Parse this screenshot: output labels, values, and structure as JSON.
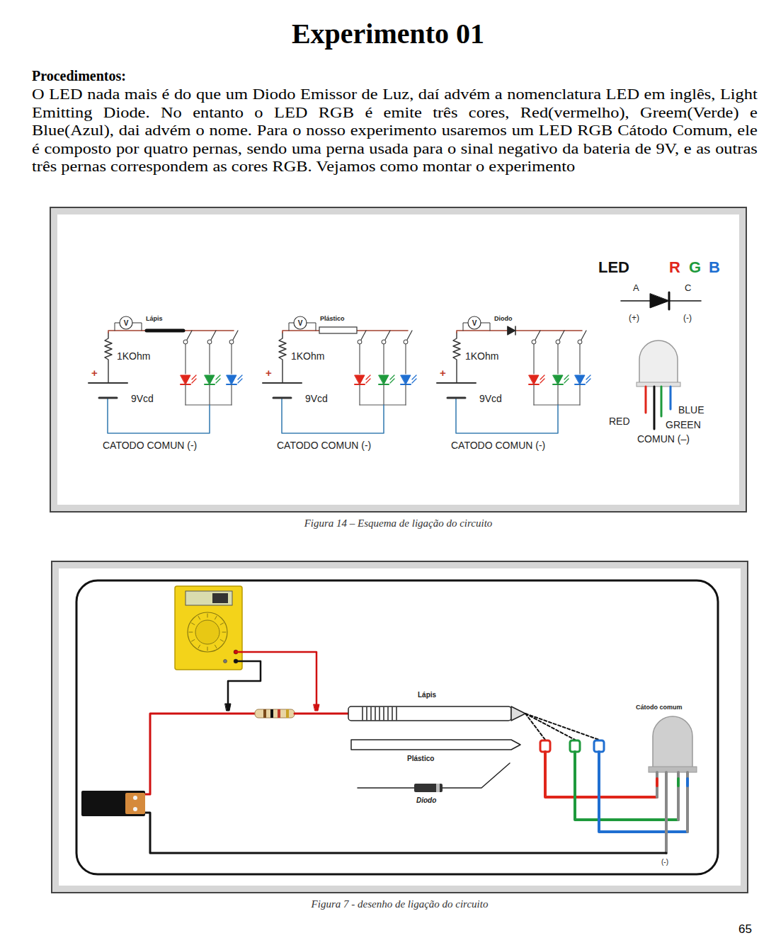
{
  "diagram": {
    "title": "Experimento 01",
    "nodes": [
      {
        "text": [
          "Figura 14 – Esquema de ligação do circuito"
        ]
      },
      {
        "text": [
          "Figura 7 - desenho de ligação do circuito"
        ]
      }
    ],
    "labels": [
      "Procedimentos:",
      "O LED nada mais é do que um Diodo Emissor de Luz, daí advém a nomenclatura LED em inglês, Light Emitting Diode. No entanto o LED RGB é emite três cores, Red(vermelho), Greem(Verde) e Blue(Azul), dai advém o nome. Para o nosso experimento usaremos um LED RGB Cátodo Comum, ele é composto por quatro pernas, sendo uma perna usada para o sinal negativo da bateria de 9V, e as outras três pernas correspondem as cores RGB. Vejamos como montar o experimento",
      "V",
      "Lápis",
      "1KOhm",
      "9Vcd",
      "CATODO COMUN (-)",
      "+",
      "V",
      "Plástico",
      "1KOhm",
      "9Vcd",
      "CATODO COMUN (-)",
      "+",
      "V",
      "Diodo",
      "1KOhm",
      "9Vcd",
      "CATODO COMUN (-)",
      "+",
      "LED",
      "R",
      "G",
      "B",
      "A",
      "C",
      "(+)",
      "(-)",
      "RED",
      "BLUE",
      "GREEN",
      "COMUN (–)",
      "Lápis",
      "Plástico",
      "Diodo",
      "Cátodo comum",
      "(-)",
      "65"
    ]
  }
}
